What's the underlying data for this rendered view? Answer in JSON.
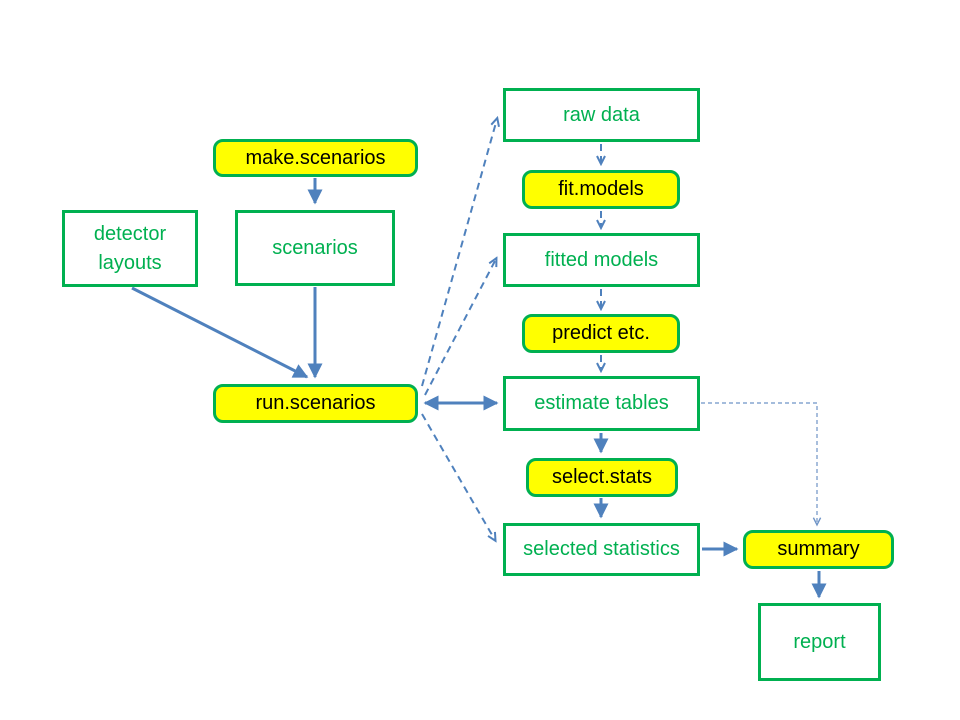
{
  "diagram": {
    "type": "flowchart",
    "background_color": "#FFFFFF",
    "colors": {
      "function_box_fill": "#FFFF00",
      "function_box_text": "#000000",
      "box_border": "#00B050",
      "data_box_text": "#00B050",
      "arrow": "#4F81BD"
    },
    "nodes": {
      "make_scenarios": {
        "label": "make.scenarios",
        "kind": "function"
      },
      "detector_layouts": {
        "label": "detector layouts",
        "kind": "data"
      },
      "scenarios": {
        "label": "scenarios",
        "kind": "data"
      },
      "run_scenarios": {
        "label": "run.scenarios",
        "kind": "function"
      },
      "raw_data": {
        "label": "raw data",
        "kind": "data"
      },
      "fit_models": {
        "label": "fit.models",
        "kind": "function"
      },
      "fitted_models": {
        "label": "fitted models",
        "kind": "data"
      },
      "predict_etc": {
        "label": "predict etc.",
        "kind": "function"
      },
      "estimate_tables": {
        "label": "estimate tables",
        "kind": "data"
      },
      "select_stats": {
        "label": "select.stats",
        "kind": "function"
      },
      "selected_statistics": {
        "label": "selected statistics",
        "kind": "data"
      },
      "summary": {
        "label": "summary",
        "kind": "function"
      },
      "report": {
        "label": "report",
        "kind": "data"
      }
    },
    "edges": [
      {
        "from": "make_scenarios",
        "to": "scenarios",
        "style": "solid",
        "heads": "end"
      },
      {
        "from": "scenarios",
        "to": "run_scenarios",
        "style": "solid",
        "heads": "end"
      },
      {
        "from": "detector_layouts",
        "to": "run_scenarios",
        "style": "solid",
        "heads": "end"
      },
      {
        "from": "run_scenarios",
        "to": "estimate_tables",
        "style": "solid",
        "heads": "both"
      },
      {
        "from": "run_scenarios",
        "to": "raw_data",
        "style": "dashed",
        "heads": "end"
      },
      {
        "from": "run_scenarios",
        "to": "fitted_models",
        "style": "dashed",
        "heads": "end"
      },
      {
        "from": "run_scenarios",
        "to": "selected_statistics",
        "style": "dashed",
        "heads": "end"
      },
      {
        "from": "raw_data",
        "to": "fit_models",
        "style": "dashed",
        "heads": "end"
      },
      {
        "from": "fit_models",
        "to": "fitted_models",
        "style": "dashed",
        "heads": "end"
      },
      {
        "from": "fitted_models",
        "to": "predict_etc",
        "style": "dashed",
        "heads": "end"
      },
      {
        "from": "predict_etc",
        "to": "estimate_tables",
        "style": "dashed",
        "heads": "end"
      },
      {
        "from": "estimate_tables",
        "to": "select_stats",
        "style": "solid",
        "heads": "end"
      },
      {
        "from": "select_stats",
        "to": "selected_statistics",
        "style": "solid",
        "heads": "end"
      },
      {
        "from": "selected_statistics",
        "to": "summary",
        "style": "solid",
        "heads": "end"
      },
      {
        "from": "summary",
        "to": "report",
        "style": "solid",
        "heads": "end"
      },
      {
        "from": "estimate_tables",
        "to": "summary",
        "style": "dashed-thin-elbow",
        "heads": "end"
      }
    ]
  }
}
